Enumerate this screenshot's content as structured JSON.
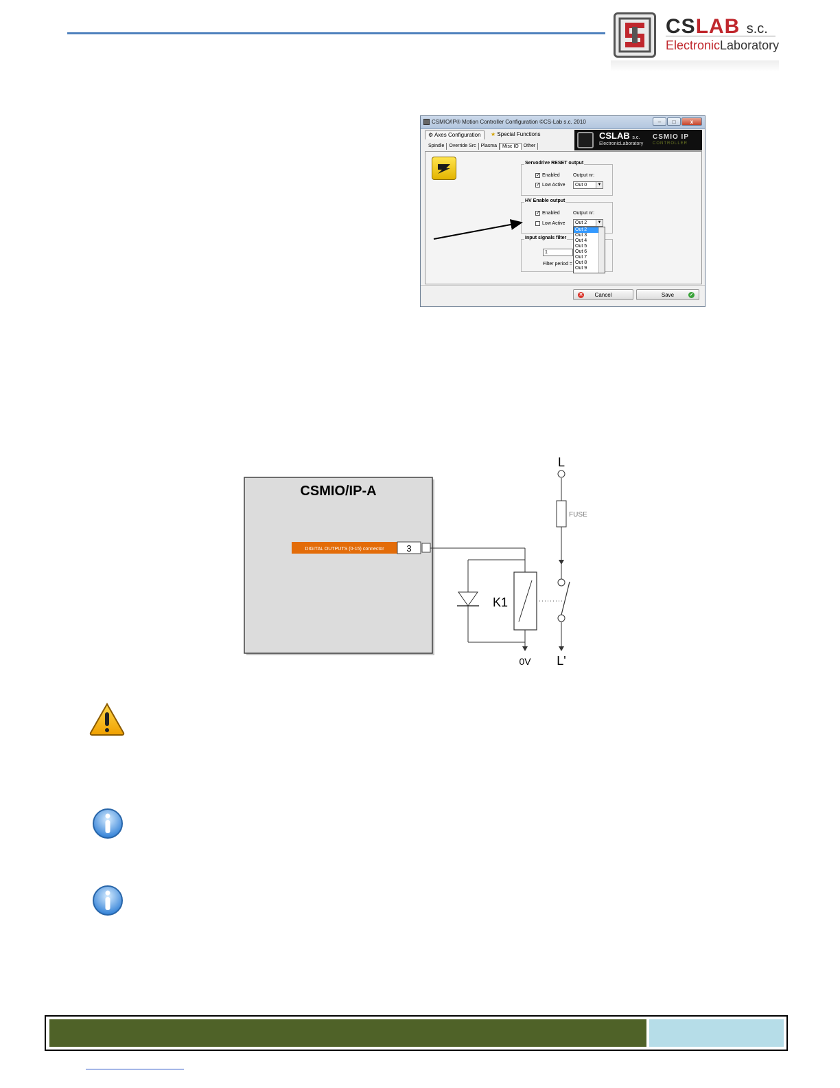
{
  "header": {
    "logo": {
      "cs": "CS",
      "lab": "LAB",
      "sc": "s.c.",
      "electronic": "Electronic",
      "laboratory": "Laboratory"
    },
    "rule_color": "#4f81bd"
  },
  "config_window": {
    "title": "CSMIO/IP® Motion Controller Configuration   ©CS-Lab s.c. 2010",
    "window_buttons": [
      "–",
      "□",
      "x"
    ],
    "main_tabs": [
      "Axes Configuration",
      "Special Functions"
    ],
    "sub_tabs": [
      "Spindle",
      "Override Src",
      "Plasma",
      "Misc IO",
      "Other"
    ],
    "active_sub_tab": "Misc IO",
    "brand": {
      "left": "CSLAB",
      "left_sc": "s.c.",
      "left_sub": "ElectronicLaboratory",
      "right": "CSMIO IP",
      "right_sub": "CONTROLLER"
    },
    "servo_reset": {
      "title": "Servodrive RESET output",
      "enabled_label": "Enabled",
      "enabled": true,
      "low_active_label": "Low Active",
      "low_active": true,
      "output_label": "Output nr:",
      "output_value": "Out 0"
    },
    "hv_enable": {
      "title": "HV Enable output",
      "enabled_label": "Enabled",
      "enabled": true,
      "low_active_label": "Low Active",
      "low_active": false,
      "output_label": "Output nr:",
      "output_value": "Out 2",
      "dropdown_options": [
        "Out 2",
        "Out 3",
        "Out 4",
        "Out 5",
        "Out 6",
        "Out 7",
        "Out 8",
        "Out 9"
      ]
    },
    "input_filter": {
      "title": "Input signals filter",
      "value": "1",
      "period_label": "Filter period ="
    },
    "cancel_label": "Cancel",
    "save_label": "Save"
  },
  "diagram": {
    "device_title": "CSMIO/IP-A",
    "connector_label": "DIGITAL OUTPUTS (0-15) connector",
    "pin_number": "3",
    "relay_label": "K1",
    "terminal_top": "L",
    "fuse_label": "FUSE",
    "ground_label": "0V",
    "terminal_bottom": "L'",
    "connector_color": "#e36c09"
  },
  "notes": {
    "warning_icon": "warning-icon",
    "info_icons": [
      "info-icon",
      "info-icon"
    ]
  },
  "footer": {
    "green": "#4f6228",
    "blue": "#b6dde8"
  }
}
